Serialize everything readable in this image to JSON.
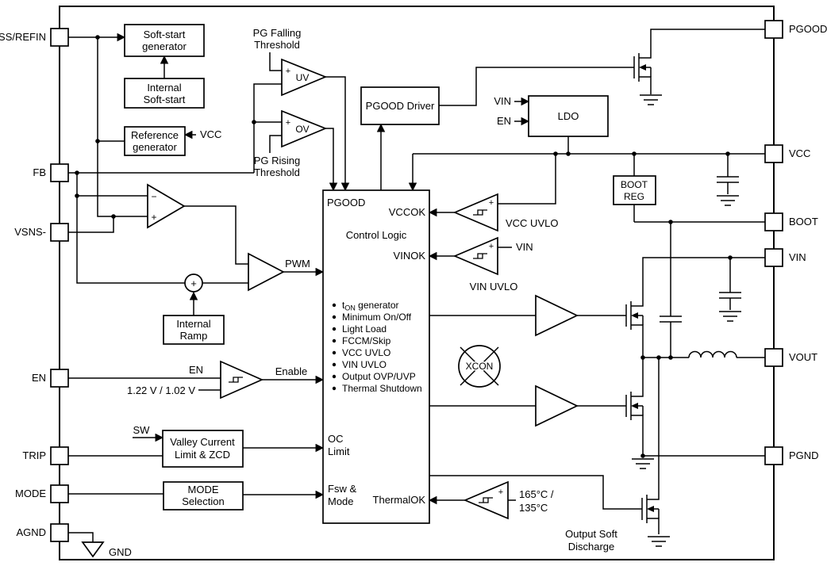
{
  "pins": {
    "left": [
      "SS/REFIN",
      "FB",
      "VSNS-",
      "EN",
      "TRIP",
      "MODE",
      "AGND"
    ],
    "right": [
      "PGOOD",
      "VCC",
      "BOOT",
      "VIN",
      "VOUT",
      "PGND"
    ]
  },
  "blocks": {
    "soft_start_gen": {
      "l1": "Soft-start",
      "l2": "generator"
    },
    "internal_soft_start": {
      "l1": "Internal",
      "l2": "Soft-start"
    },
    "reference_gen": {
      "l1": "Reference",
      "l2": "generator"
    },
    "pgood_driver": "PGOOD Driver",
    "ldo": "LDO",
    "internal_ramp": {
      "l1": "Internal",
      "l2": "Ramp"
    },
    "valley_current_limit": {
      "l1": "Valley Current",
      "l2": "Limit & ZCD"
    },
    "mode_selection": {
      "l1": "MODE",
      "l2": "Selection"
    },
    "boot_reg": {
      "l1": "BOOT",
      "l2": "REG"
    }
  },
  "comparators": {
    "uv": "UV",
    "ov": "OV",
    "pg_falling": {
      "l1": "PG Falling",
      "l2": "Threshold"
    },
    "pg_rising": {
      "l1": "PG Rising",
      "l2": "Threshold"
    },
    "vcc_uvlo": "VCC UVLO",
    "vin_uvlo": "VIN UVLO",
    "vin_input": "VIN",
    "en_threshold": "1.22 V / 1.02 V",
    "thermal": {
      "l1": "165°C /",
      "l2": "135°C"
    },
    "plus": "+",
    "minus": "−"
  },
  "signals": {
    "vcc": "VCC",
    "vin": "VIN",
    "en": "EN",
    "pwm": "PWM",
    "enable": "Enable",
    "sw": "SW",
    "gnd": "GND",
    "xcon": "XCON"
  },
  "control_logic": {
    "pgood": "PGOOD",
    "vccok": "VCCOK",
    "title": "Control Logic",
    "vinok": "VINOK",
    "ton": {
      "pre": "t",
      "sub": "ON",
      "post": " generator"
    },
    "bullets": [
      "Minimum On/Off",
      "Light Load",
      "FCCM/Skip",
      "VCC UVLO",
      "VIN UVLO",
      "Output OVP/UVP",
      "Thermal Shutdown"
    ],
    "oc": {
      "l1": "OC",
      "l2": "Limit"
    },
    "fsw": {
      "l1": "Fsw &",
      "l2": "Mode"
    },
    "thermalok": "ThermalOK"
  },
  "power": {
    "output_soft_discharge": {
      "l1": "Output Soft",
      "l2": "Discharge"
    }
  }
}
